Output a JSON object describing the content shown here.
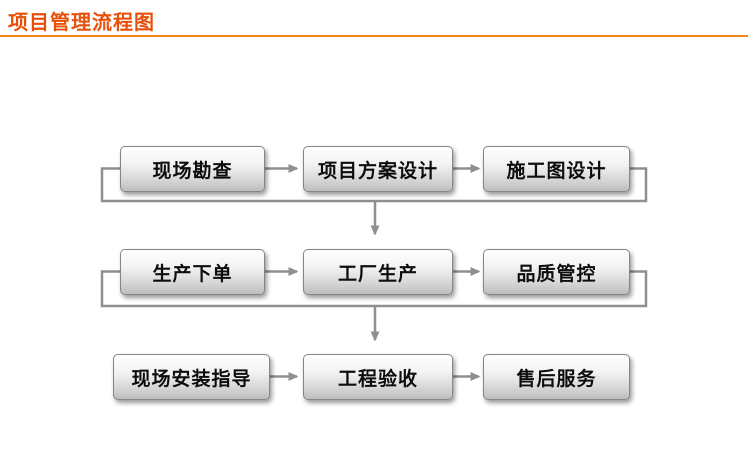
{
  "title": {
    "text": "项目管理流程图"
  },
  "colors": {
    "accent_text": "#e8500a",
    "accent_line": "#f08519",
    "connector": "#8f8f8f",
    "box_border": "#858585"
  },
  "flowchart": {
    "rows": [
      {
        "boxes": [
          "现场勘查",
          "项目方案设计",
          "施工图设计"
        ]
      },
      {
        "boxes": [
          "生产下单",
          "工厂生产",
          "品质管控"
        ]
      },
      {
        "boxes": [
          "现场安装指导",
          "工程验收",
          "售后服务"
        ]
      }
    ]
  }
}
